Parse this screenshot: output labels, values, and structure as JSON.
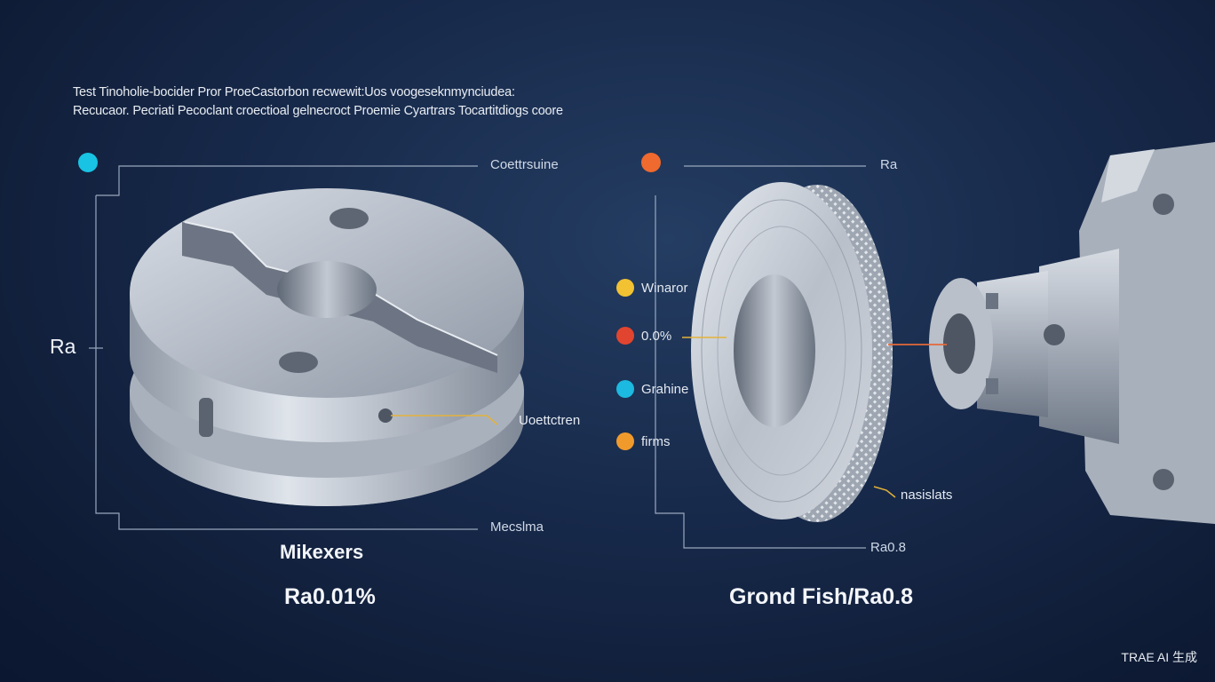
{
  "intro": {
    "line1": "Test Tinoholie-bocider Pror ProeCastorbon recwewit:Uos voogeseknmynciudea:",
    "line2": "Recucaor. Pecriati Pecoclant croectioal gelnecroct Proemie Cyartrars Tocartitdiogs coore"
  },
  "left_panel": {
    "top_label": "Coettrsuine",
    "side_label": "Ra",
    "callout_label": "Uoettctren",
    "bottom_label": "Mecslma",
    "name": "Mikexers",
    "value": "Ra0.01%",
    "dot_color": "#18c3e3"
  },
  "right_panel": {
    "top_label": "Ra",
    "dot_color": "#ef6a2e",
    "legend": [
      {
        "label": "Winaror",
        "color": "#f2c232"
      },
      {
        "label": "0.0%",
        "color": "#e2452f"
      },
      {
        "label": "Grahine",
        "color": "#1cb9e0"
      },
      {
        "label": "firms",
        "color": "#f19a2c"
      }
    ],
    "callout_label": "nasislats",
    "bottom_label": "Ra0.8",
    "title": "Grond Fish/Ra0.8"
  },
  "watermark": "TRAE AI 生成"
}
